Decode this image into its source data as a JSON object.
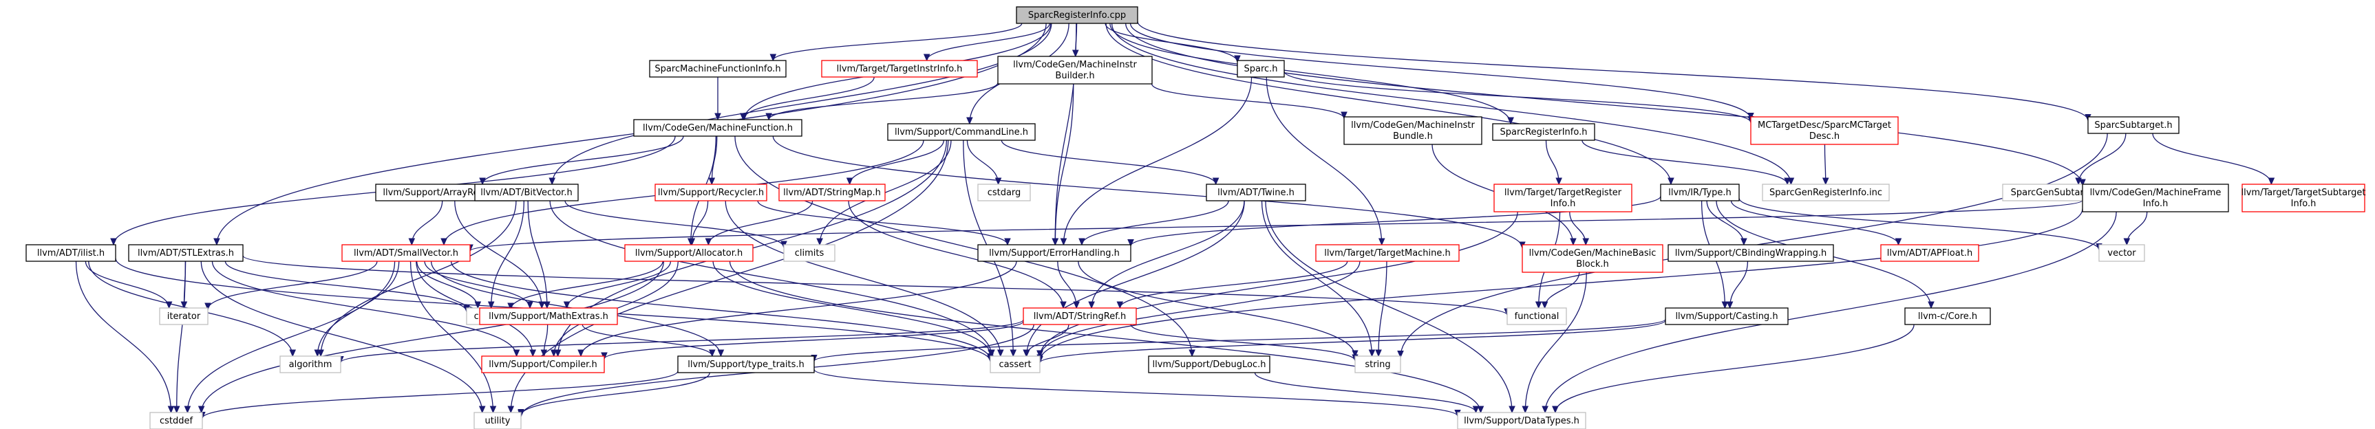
{
  "colors": {
    "edge": "#191970",
    "root_fill": "#bfbfbf",
    "box_border": "#000000",
    "missing_border": "#ff0000",
    "external_border": "#bfbfbf"
  },
  "nodes": [
    {
      "id": "root",
      "lines": [
        "SparcRegisterInfo.cpp"
      ],
      "kind": "root"
    },
    {
      "id": "sparcmfi",
      "lines": [
        "SparcMachineFunctionInfo.h"
      ],
      "kind": "box"
    },
    {
      "id": "targetinstr",
      "lines": [
        "llvm/Target/TargetInstrInfo.h"
      ],
      "kind": "red"
    },
    {
      "id": "mib",
      "lines": [
        "llvm/CodeGen/MachineInstr",
        "Builder.h"
      ],
      "kind": "box"
    },
    {
      "id": "sparch",
      "lines": [
        "Sparc.h"
      ],
      "kind": "box"
    },
    {
      "id": "mctarget",
      "lines": [
        "MCTargetDesc/SparcMCTarget",
        "Desc.h"
      ],
      "kind": "red"
    },
    {
      "id": "sparcsub",
      "lines": [
        "SparcSubtarget.h"
      ],
      "kind": "box"
    },
    {
      "id": "mf",
      "lines": [
        "llvm/CodeGen/MachineFunction.h"
      ],
      "kind": "box"
    },
    {
      "id": "cmdline",
      "lines": [
        "llvm/Support/CommandLine.h"
      ],
      "kind": "box"
    },
    {
      "id": "mibundle",
      "lines": [
        "llvm/CodeGen/MachineInstr",
        "Bundle.h"
      ],
      "kind": "box"
    },
    {
      "id": "sparcreginfo",
      "lines": [
        "SparcRegisterInfo.h"
      ],
      "kind": "box"
    },
    {
      "id": "genreginc",
      "lines": [
        "SparcGenRegisterInfo.inc"
      ],
      "kind": "grey"
    },
    {
      "id": "gensubinc",
      "lines": [
        "SparcGenSubtargetInfo.inc"
      ],
      "kind": "grey"
    },
    {
      "id": "targetsub",
      "lines": [
        "llvm/Target/TargetSubtarget",
        "Info.h"
      ],
      "kind": "red"
    },
    {
      "id": "arrayrec",
      "lines": [
        "llvm/Support/ArrayRecycler.h"
      ],
      "kind": "box"
    },
    {
      "id": "bitvector",
      "lines": [
        "llvm/ADT/BitVector.h"
      ],
      "kind": "box"
    },
    {
      "id": "recycler",
      "lines": [
        "llvm/Support/Recycler.h"
      ],
      "kind": "red"
    },
    {
      "id": "stringmap",
      "lines": [
        "llvm/ADT/StringMap.h"
      ],
      "kind": "red"
    },
    {
      "id": "cstdarg",
      "lines": [
        "cstdarg"
      ],
      "kind": "grey"
    },
    {
      "id": "twine",
      "lines": [
        "llvm/ADT/Twine.h"
      ],
      "kind": "box"
    },
    {
      "id": "targetreg",
      "lines": [
        "llvm/Target/TargetRegister",
        "Info.h"
      ],
      "kind": "red"
    },
    {
      "id": "irtype",
      "lines": [
        "llvm/IR/Type.h"
      ],
      "kind": "box"
    },
    {
      "id": "mfinfo",
      "lines": [
        "llvm/CodeGen/MachineFrame",
        "Info.h"
      ],
      "kind": "box"
    },
    {
      "id": "ilist",
      "lines": [
        "llvm/ADT/ilist.h"
      ],
      "kind": "box"
    },
    {
      "id": "stlextras",
      "lines": [
        "llvm/ADT/STLExtras.h"
      ],
      "kind": "box"
    },
    {
      "id": "smallvector",
      "lines": [
        "llvm/ADT/SmallVector.h"
      ],
      "kind": "red"
    },
    {
      "id": "allocator",
      "lines": [
        "llvm/Support/Allocator.h"
      ],
      "kind": "red"
    },
    {
      "id": "climits",
      "lines": [
        "climits"
      ],
      "kind": "grey"
    },
    {
      "id": "errhandling",
      "lines": [
        "llvm/Support/ErrorHandling.h"
      ],
      "kind": "box"
    },
    {
      "id": "targetmachine",
      "lines": [
        "llvm/Target/TargetMachine.h"
      ],
      "kind": "red"
    },
    {
      "id": "mbb",
      "lines": [
        "llvm/CodeGen/MachineBasic",
        "Block.h"
      ],
      "kind": "red"
    },
    {
      "id": "cbinding",
      "lines": [
        "llvm/Support/CBindingWrapping.h"
      ],
      "kind": "box"
    },
    {
      "id": "apfloat",
      "lines": [
        "llvm/ADT/APFloat.h"
      ],
      "kind": "red"
    },
    {
      "id": "vector",
      "lines": [
        "vector"
      ],
      "kind": "grey"
    },
    {
      "id": "iterator",
      "lines": [
        "iterator"
      ],
      "kind": "grey"
    },
    {
      "id": "cstdlib",
      "lines": [
        "cstdlib"
      ],
      "kind": "grey"
    },
    {
      "id": "mathextras",
      "lines": [
        "llvm/Support/MathExtras.h"
      ],
      "kind": "red"
    },
    {
      "id": "stringref",
      "lines": [
        "llvm/ADT/StringRef.h"
      ],
      "kind": "red"
    },
    {
      "id": "functional",
      "lines": [
        "functional"
      ],
      "kind": "grey"
    },
    {
      "id": "casting",
      "lines": [
        "llvm/Support/Casting.h"
      ],
      "kind": "box"
    },
    {
      "id": "llvmccore",
      "lines": [
        "llvm-c/Core.h"
      ],
      "kind": "box"
    },
    {
      "id": "algorithm",
      "lines": [
        "algorithm"
      ],
      "kind": "grey"
    },
    {
      "id": "compiler",
      "lines": [
        "llvm/Support/Compiler.h"
      ],
      "kind": "red"
    },
    {
      "id": "typetraits",
      "lines": [
        "llvm/Support/type_traits.h"
      ],
      "kind": "box"
    },
    {
      "id": "cassert",
      "lines": [
        "cassert"
      ],
      "kind": "grey"
    },
    {
      "id": "string",
      "lines": [
        "string"
      ],
      "kind": "grey"
    },
    {
      "id": "debugloc",
      "lines": [
        "llvm/Support/DebugLoc.h"
      ],
      "kind": "box"
    },
    {
      "id": "cstddef",
      "lines": [
        "cstddef"
      ],
      "kind": "grey"
    },
    {
      "id": "utility",
      "lines": [
        "utility"
      ],
      "kind": "grey"
    },
    {
      "id": "datatypes",
      "lines": [
        "llvm/Support/DataTypes.h"
      ],
      "kind": "grey"
    }
  ],
  "edges": [
    [
      "root",
      "sparcmfi"
    ],
    [
      "root",
      "targetinstr"
    ],
    [
      "root",
      "mib"
    ],
    [
      "root",
      "sparch"
    ],
    [
      "root",
      "mctarget"
    ],
    [
      "root",
      "sparcsub"
    ],
    [
      "root",
      "mf"
    ],
    [
      "root",
      "cmdline"
    ],
    [
      "root",
      "sparcreginfo"
    ],
    [
      "root",
      "genreginc"
    ],
    [
      "root",
      "irtype"
    ],
    [
      "root",
      "mfinfo"
    ],
    [
      "root",
      "bitvector"
    ],
    [
      "root",
      "stlextras"
    ],
    [
      "root",
      "errhandling"
    ],
    [
      "sparcmfi",
      "mf"
    ],
    [
      "targetinstr",
      "mf"
    ],
    [
      "mib",
      "mf"
    ],
    [
      "mib",
      "mibundle"
    ],
    [
      "mib",
      "errhandling"
    ],
    [
      "sparch",
      "mctarget"
    ],
    [
      "sparch",
      "errhandling"
    ],
    [
      "sparch",
      "targetmachine"
    ],
    [
      "mctarget",
      "genreginc"
    ],
    [
      "sparcsub",
      "gensubinc"
    ],
    [
      "sparcsub",
      "targetsub"
    ],
    [
      "sparcsub",
      "string"
    ],
    [
      "mf",
      "arrayrec"
    ],
    [
      "mf",
      "recycler"
    ],
    [
      "mf",
      "allocator"
    ],
    [
      "mf",
      "ilist"
    ],
    [
      "mf",
      "debugloc"
    ],
    [
      "mf",
      "mbb"
    ],
    [
      "cmdline",
      "stringmap"
    ],
    [
      "cmdline",
      "twine"
    ],
    [
      "cmdline",
      "cstdarg"
    ],
    [
      "cmdline",
      "climits"
    ],
    [
      "cmdline",
      "smallvector"
    ],
    [
      "cmdline",
      "cassert"
    ],
    [
      "cmdline",
      "compiler"
    ],
    [
      "cmdline",
      "utility"
    ],
    [
      "mibundle",
      "mbb"
    ],
    [
      "sparcreginfo",
      "genreginc"
    ],
    [
      "sparcreginfo",
      "targetreg"
    ],
    [
      "targetreg",
      "mbb"
    ],
    [
      "targetreg",
      "functional"
    ],
    [
      "targetreg",
      "cassert"
    ],
    [
      "irtype",
      "errhandling"
    ],
    [
      "irtype",
      "apfloat"
    ],
    [
      "irtype",
      "cbinding"
    ],
    [
      "irtype",
      "llvmccore"
    ],
    [
      "irtype",
      "casting"
    ],
    [
      "irtype",
      "vector"
    ],
    [
      "mfinfo",
      "smallvector"
    ],
    [
      "mfinfo",
      "vector"
    ],
    [
      "mfinfo",
      "datatypes"
    ],
    [
      "mfinfo",
      "cassert"
    ],
    [
      "arrayrec",
      "smallvector"
    ],
    [
      "arrayrec",
      "mathextras"
    ],
    [
      "bitvector",
      "mathextras"
    ],
    [
      "bitvector",
      "algorithm"
    ],
    [
      "bitvector",
      "cassert"
    ],
    [
      "bitvector",
      "climits"
    ],
    [
      "bitvector",
      "cstdlib"
    ],
    [
      "recycler",
      "allocator"
    ],
    [
      "recycler",
      "errhandling"
    ],
    [
      "recycler",
      "cassert"
    ],
    [
      "stringmap",
      "allocator"
    ],
    [
      "stringmap",
      "stringref"
    ],
    [
      "twine",
      "errhandling"
    ],
    [
      "twine",
      "stringref"
    ],
    [
      "twine",
      "cassert"
    ],
    [
      "twine",
      "datatypes"
    ],
    [
      "twine",
      "string"
    ],
    [
      "ilist",
      "algorithm"
    ],
    [
      "ilist",
      "cassert"
    ],
    [
      "ilist",
      "cstddef"
    ],
    [
      "ilist",
      "iterator"
    ],
    [
      "stlextras",
      "compiler"
    ],
    [
      "stlextras",
      "cstddef"
    ],
    [
      "stlextras",
      "functional"
    ],
    [
      "stlextras",
      "iterator"
    ],
    [
      "stlextras",
      "utility"
    ],
    [
      "stlextras",
      "cstdlib"
    ],
    [
      "smallvector",
      "algorithm"
    ],
    [
      "smallvector",
      "compiler"
    ],
    [
      "smallvector",
      "mathextras"
    ],
    [
      "smallvector",
      "typetraits"
    ],
    [
      "smallvector",
      "cassert"
    ],
    [
      "smallvector",
      "cstddef"
    ],
    [
      "smallvector",
      "cstdlib"
    ],
    [
      "smallvector",
      "iterator"
    ],
    [
      "smallvector",
      "utility"
    ],
    [
      "allocator",
      "mathextras"
    ],
    [
      "allocator",
      "compiler"
    ],
    [
      "allocator",
      "datatypes"
    ],
    [
      "allocator",
      "cassert"
    ],
    [
      "allocator",
      "cstddef"
    ],
    [
      "allocator",
      "cstdlib"
    ],
    [
      "errhandling",
      "compiler"
    ],
    [
      "errhandling",
      "stringref"
    ],
    [
      "errhandling",
      "string"
    ],
    [
      "targetmachine",
      "stringref"
    ],
    [
      "targetmachine",
      "string"
    ],
    [
      "targetmachine",
      "cassert"
    ],
    [
      "mbb",
      "functional"
    ],
    [
      "mbb",
      "datatypes"
    ],
    [
      "cbinding",
      "casting"
    ],
    [
      "llvmccore",
      "datatypes"
    ],
    [
      "casting",
      "typetraits"
    ],
    [
      "casting",
      "cassert"
    ],
    [
      "mathextras",
      "compiler"
    ],
    [
      "mathextras",
      "typetraits"
    ],
    [
      "stringref",
      "compiler"
    ],
    [
      "stringref",
      "algorithm"
    ],
    [
      "stringref",
      "cassert"
    ],
    [
      "stringref",
      "string"
    ],
    [
      "stringref",
      "utility"
    ],
    [
      "typetraits",
      "datatypes"
    ],
    [
      "typetraits",
      "utility"
    ],
    [
      "typetraits",
      "cstddef"
    ],
    [
      "debugloc",
      "datatypes"
    ]
  ]
}
